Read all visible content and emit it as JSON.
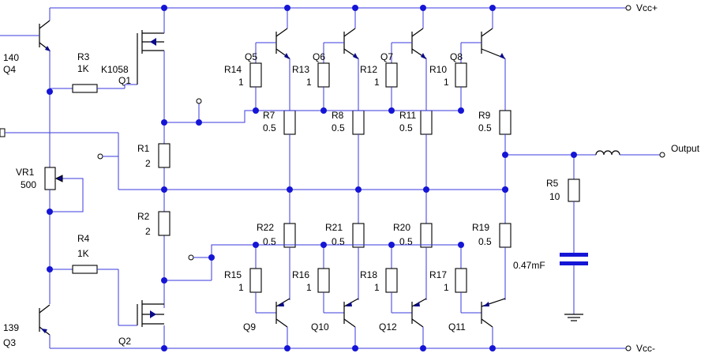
{
  "rails": {
    "vcc_pos": "Vcc+",
    "vcc_neg": "Vcc-",
    "output": "Output"
  },
  "driver": {
    "q4": {
      "name": "Q4",
      "part": "140"
    },
    "q3": {
      "name": "Q3",
      "part": "139"
    },
    "q1": {
      "name": "Q1",
      "part": "K1058"
    },
    "q2": {
      "name": "Q2"
    },
    "r3": {
      "name": "R3",
      "value": "1K"
    },
    "r4": {
      "name": "R4",
      "value": "1K"
    },
    "vr1": {
      "name": "VR1",
      "value": "500"
    },
    "r1": {
      "name": "R1",
      "value": "2"
    },
    "r2": {
      "name": "R2",
      "value": "2"
    }
  },
  "output_stage": {
    "upper_transistors": [
      "Q5",
      "Q6",
      "Q7",
      "Q8"
    ],
    "lower_transistors": [
      "Q9",
      "Q10",
      "Q12",
      "Q11"
    ],
    "upper_base_resistors": [
      {
        "name": "R14",
        "value": "1"
      },
      {
        "name": "R13",
        "value": "1"
      },
      {
        "name": "R12",
        "value": "1"
      },
      {
        "name": "R10",
        "value": "1"
      }
    ],
    "upper_emitter_resistors": [
      {
        "name": "R7",
        "value": "0.5"
      },
      {
        "name": "R8",
        "value": "0.5"
      },
      {
        "name": "R11",
        "value": "0.5"
      },
      {
        "name": "R9",
        "value": "0.5"
      }
    ],
    "lower_emitter_resistors": [
      {
        "name": "R22",
        "value": "0.5"
      },
      {
        "name": "R21",
        "value": "0.5"
      },
      {
        "name": "R20",
        "value": "0.5"
      },
      {
        "name": "R19",
        "value": "0.5"
      }
    ],
    "lower_base_resistors": [
      {
        "name": "R15",
        "value": "1"
      },
      {
        "name": "R16",
        "value": "1"
      },
      {
        "name": "R18",
        "value": "1"
      },
      {
        "name": "R17",
        "value": "1"
      }
    ]
  },
  "zobel": {
    "r5": {
      "name": "R5",
      "value": "10"
    },
    "cap": {
      "value": "0.47mF"
    }
  },
  "colors": {
    "wire": "#3a3adf",
    "junction": "#1515d6",
    "component": "#000000",
    "background": "#ffffff"
  }
}
